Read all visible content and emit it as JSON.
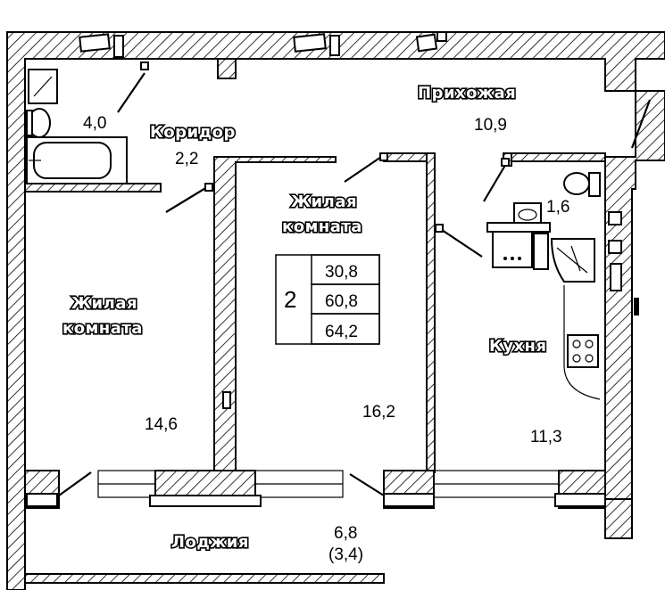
{
  "rooms": {
    "bathroom": {
      "area": "4,0"
    },
    "corridor": {
      "name": "Коридор",
      "area": "2,2"
    },
    "hall": {
      "name": "Прихожая",
      "area": "10,9"
    },
    "living_room_1": {
      "name_line1": "Жилая",
      "name_line2": "комната",
      "area": "14,6"
    },
    "living_room_2": {
      "name_line1": "Жилая",
      "name_line2": "комната",
      "area": "16,2"
    },
    "wc": {
      "area": "1,6"
    },
    "kitchen": {
      "name": "Кухня",
      "area": "11,3"
    },
    "loggia": {
      "name": "Лоджия",
      "area": "6,8",
      "area_reduced": "(3,4)"
    }
  },
  "summary": {
    "rooms_count": "2",
    "living_area": "30,8",
    "total_area": "60,8",
    "total_with_loggia": "64,2"
  },
  "colors": {
    "wall_hatch": "#000000",
    "background": "#ffffff"
  }
}
